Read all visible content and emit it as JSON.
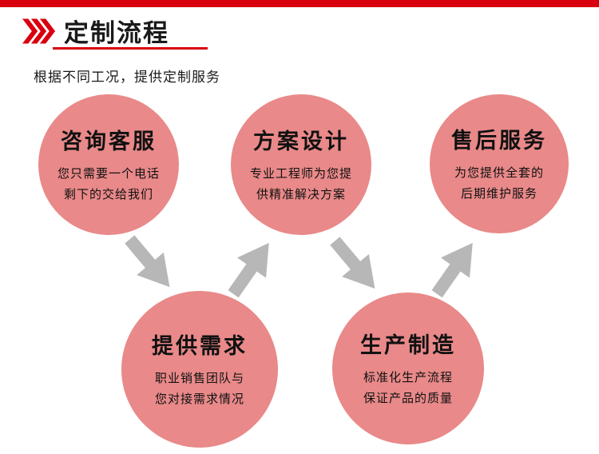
{
  "header": {
    "title": "定制流程",
    "subtitle": "根据不同工况，提供定制服务"
  },
  "steps": [
    {
      "title": "咨询客服",
      "desc": "您只需要一个电话\n剩下的交给我们"
    },
    {
      "title": "方案设计",
      "desc": "专业工程师为您提\n供精准解决方案"
    },
    {
      "title": "售后服务",
      "desc": "为您提供全套的\n后期维护服务"
    },
    {
      "title": "提供需求",
      "desc": "职业销售团队与\n您对接需求情况"
    },
    {
      "title": "生产制造",
      "desc": "标准化生产流程\n保证产品的质量"
    }
  ],
  "icons": {
    "header_icon": "triple-chevron-icon",
    "flow_arrow": "thick-arrow-icon"
  },
  "colors": {
    "accent_red": "#d8000f",
    "circle_pink": "#e98989",
    "arrow_gray": "#b7b7b7",
    "text": "#111111"
  }
}
